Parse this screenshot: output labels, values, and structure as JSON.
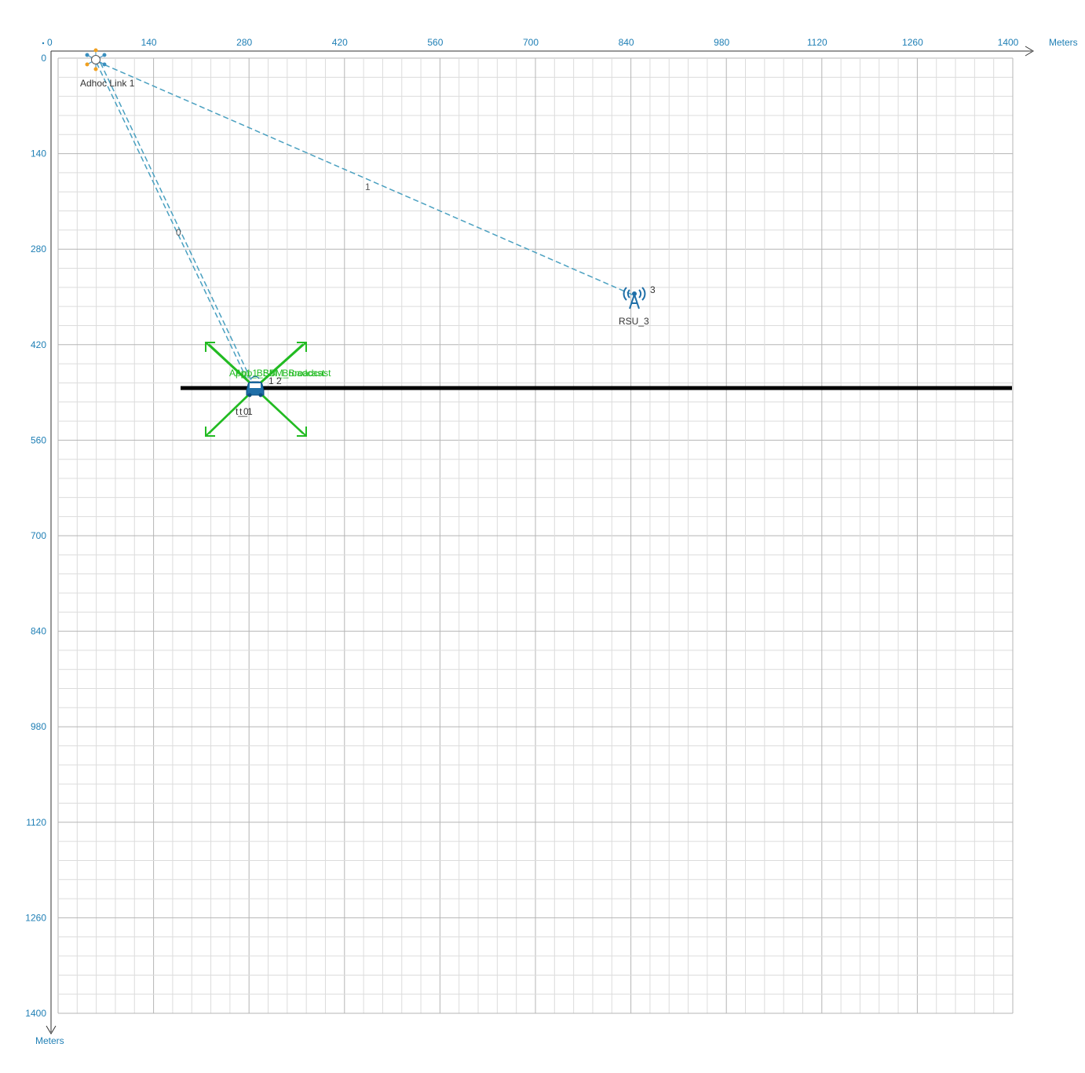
{
  "axes": {
    "x_unit": "Meters",
    "y_unit": "Meters",
    "x_ticks": [
      "0",
      "140",
      "280",
      "420",
      "560",
      "700",
      "840",
      "980",
      "1120",
      "1260",
      "1400"
    ],
    "y_ticks": [
      "0",
      "140",
      "280",
      "420",
      "560",
      "700",
      "840",
      "980",
      "1120",
      "1260",
      "1400"
    ],
    "range_m": [
      0,
      1400
    ],
    "major_step_m": 140,
    "minor_step_m": 28,
    "axis_color": "#333333",
    "tick_color": "#1f7fb5",
    "major_grid_color": "#b5b5b5",
    "minor_grid_color": "#dcdcdc"
  },
  "nodes": {
    "adhoc_link": {
      "label": "Adhoc Link 1",
      "x_m": 67,
      "y_m": 5,
      "icon": "adhoc-link-icon"
    },
    "rsu": {
      "label": "RSU_3",
      "id_label": "3",
      "x_m": 855,
      "y_m": 355,
      "icon": "rsu-tower-icon",
      "color": "#1f6fa8"
    },
    "vehicles": [
      {
        "label": "t_0",
        "x_m": 292,
        "y_m": 487,
        "icon": "vehicle-icon"
      },
      {
        "label": "t_1",
        "x_m": 298,
        "y_m": 487,
        "icon": "vehicle-icon"
      }
    ],
    "vehicle_ids_label": "1 2"
  },
  "links": [
    {
      "label": "1",
      "from": "adhoc_link",
      "to": "rsu",
      "label_x_m": 465,
      "label_y_m": 190
    },
    {
      "label": "0",
      "from": "adhoc_link",
      "to": "vehicle",
      "label_x_m": 188,
      "label_y_m": 257
    }
  ],
  "link_color": "#4aa0c0",
  "road": {
    "color": "#000000",
    "x1_m": 190,
    "x2_m": 1400,
    "y_m": 485
  },
  "application": {
    "label": "App1_BSM_Broadcast",
    "color": "#22bb22"
  }
}
